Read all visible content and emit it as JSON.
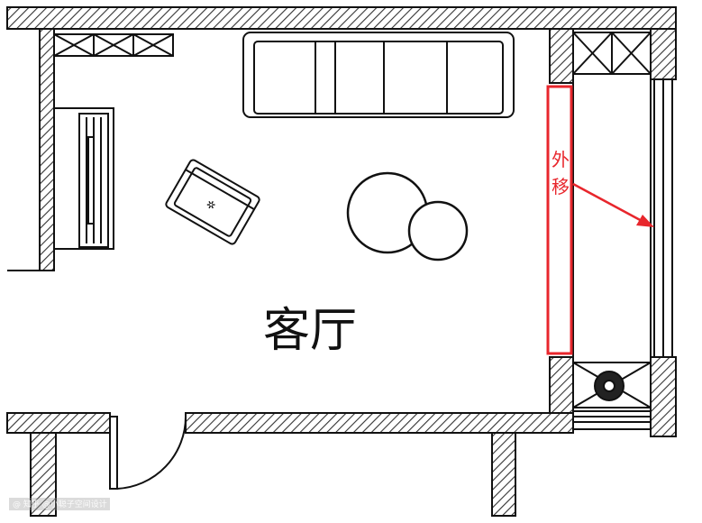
{
  "room_label": "客厅",
  "annotation": {
    "line1": "外",
    "line2": "移",
    "color": "#e8262c"
  },
  "watermark": "@ 知乎 @小聪子空间设计",
  "colors": {
    "wall_outline": "#111111",
    "wall_hatch": "#333333",
    "furniture": "#222222",
    "background": "#ffffff"
  }
}
